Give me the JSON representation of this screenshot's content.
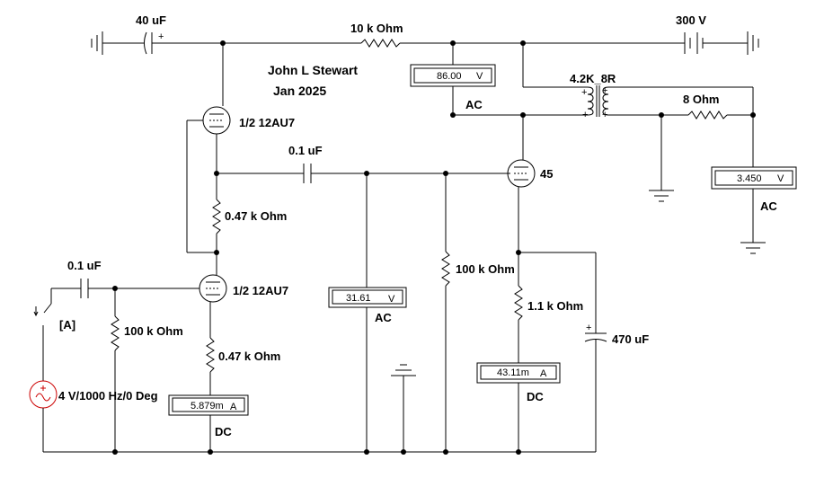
{
  "author": {
    "name": "John L Stewart",
    "date": "Jan 2025"
  },
  "components": {
    "c_input_bypass": "40 uF",
    "r_supply": "10 k Ohm",
    "battery": "300 V",
    "transformer": "4.2K_8R",
    "r_load": "8  Ohm",
    "tube_upper": "1/2 12AU7",
    "tube_lower": "1/2 12AU7",
    "tube_output": "45",
    "c_coupling_mid": "0.1 uF",
    "c_coupling_in": "0.1 uF",
    "r_upper_cathode": "0.47 k Ohm",
    "r_lower_cathode": "0.47 k Ohm",
    "r_grid_in": "100 k Ohm",
    "r_grid_out": "100 k Ohm",
    "r_output_cathode": "1.1 k Ohm",
    "c_output_bypass": "470 uF",
    "source": "4 V/1000  Hz/0 Deg",
    "switch_key": "[A]"
  },
  "meters": {
    "plate_voltage": {
      "value": "86.00",
      "unit": "V",
      "mode": "AC"
    },
    "speaker_voltage": {
      "value": "3.450",
      "unit": "V",
      "mode": "AC"
    },
    "grid_voltage": {
      "value": "31.61",
      "unit": "V",
      "mode": "AC"
    },
    "input_current": {
      "value": "5.879m",
      "unit": "A",
      "mode": "DC"
    },
    "output_current": {
      "value": "43.11m",
      "unit": "A",
      "mode": "DC"
    }
  }
}
